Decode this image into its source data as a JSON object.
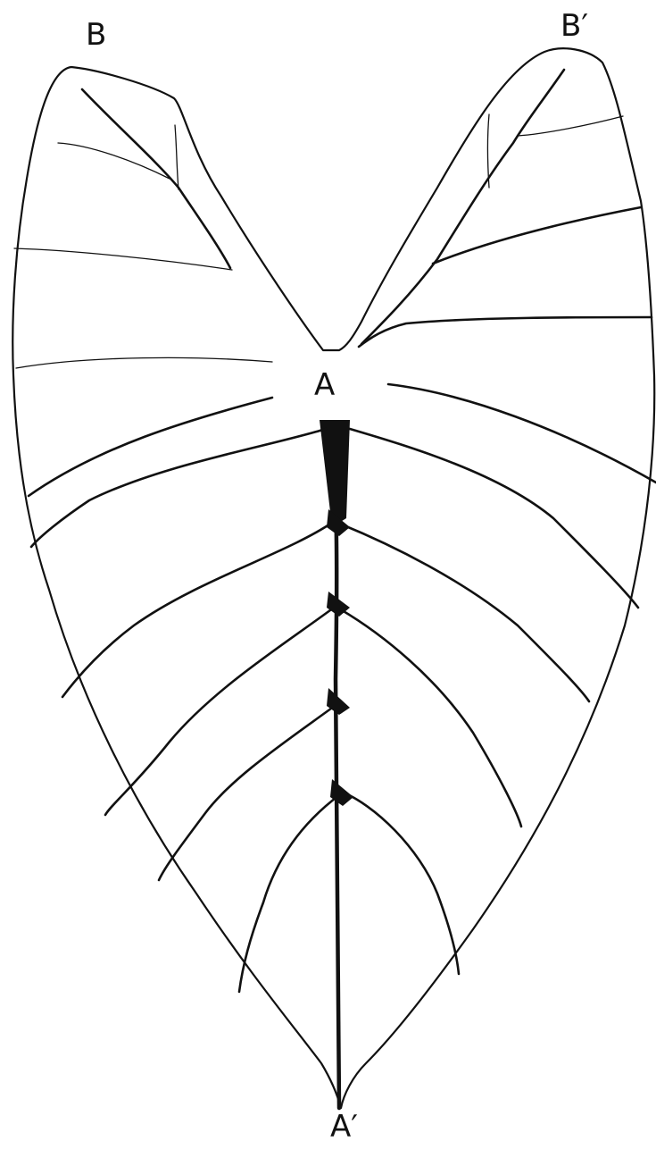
{
  "figure": {
    "labels": {
      "b": "B",
      "b_prime": "B′",
      "a": "A",
      "a_prime": "A′"
    },
    "colors": {
      "background": "#ffffff",
      "ink": "#111111"
    }
  }
}
